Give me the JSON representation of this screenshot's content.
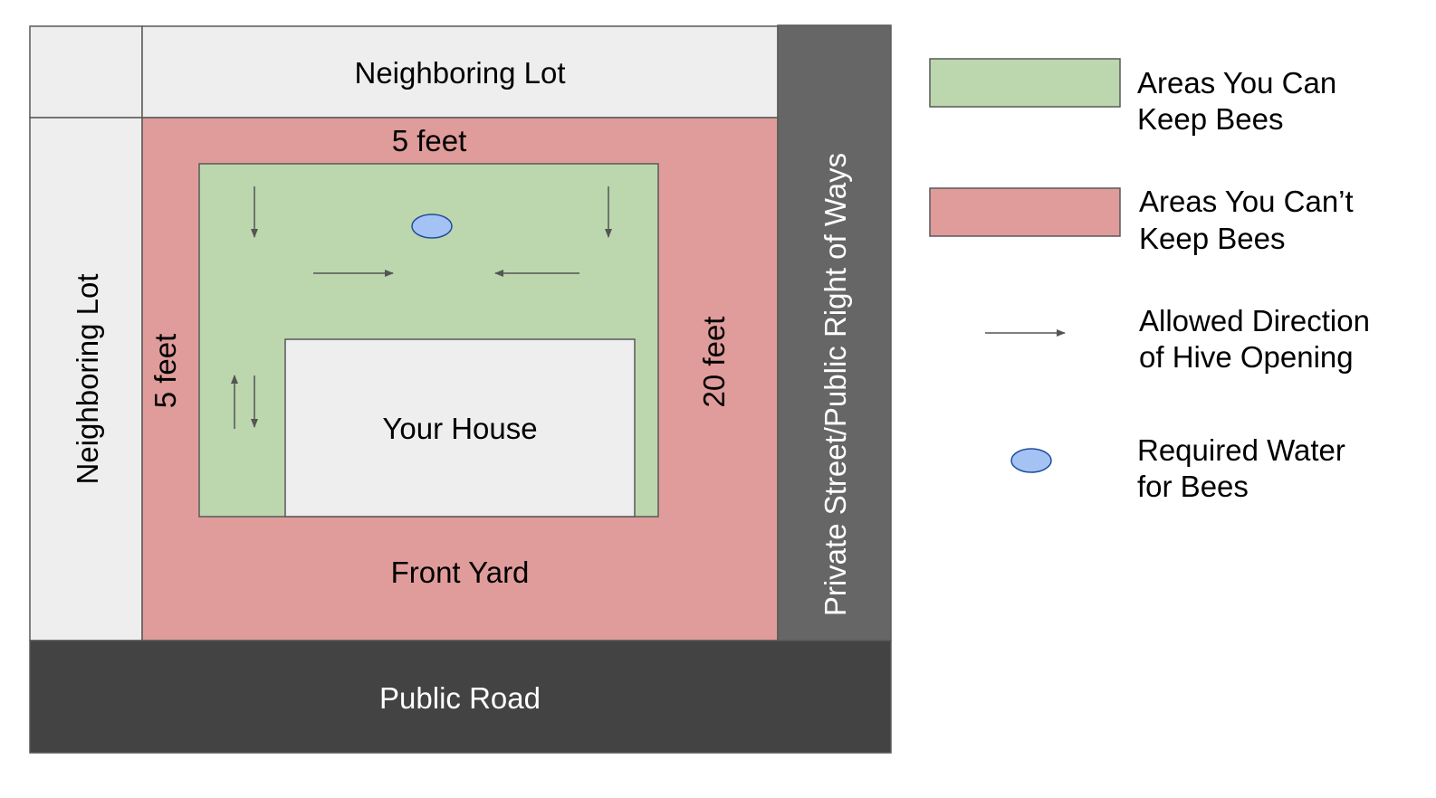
{
  "colors": {
    "can_keep": "#bcd6ae",
    "cannot_keep": "#df9c9a",
    "lot": "#eeeeee",
    "street": "#666666",
    "road": "#434343",
    "water": "#a4c2f4",
    "water_stroke": "#1f4e9a",
    "arrow": "#555555",
    "stroke": "#595959"
  },
  "map": {
    "neighboring_lot_top": "Neighboring Lot",
    "neighboring_lot_left": "Neighboring Lot",
    "setback_top": "5 feet",
    "setback_left": "5 feet",
    "setback_right": "20 feet",
    "house": "Your House",
    "front_yard": "Front Yard",
    "street": "Private Street/Public Right of Ways",
    "road": "Public Road"
  },
  "legend": {
    "can_keep": [
      "Areas You Can",
      "Keep Bees"
    ],
    "cannot_keep": [
      "Areas You Can’t",
      "Keep Bees"
    ],
    "hive_direction": [
      "Allowed Direction",
      "of Hive Opening"
    ],
    "water": [
      "Required Water",
      "for Bees"
    ]
  },
  "icons": {
    "hive_arrow": "arrow-icon",
    "water": "water-ellipse-icon"
  }
}
